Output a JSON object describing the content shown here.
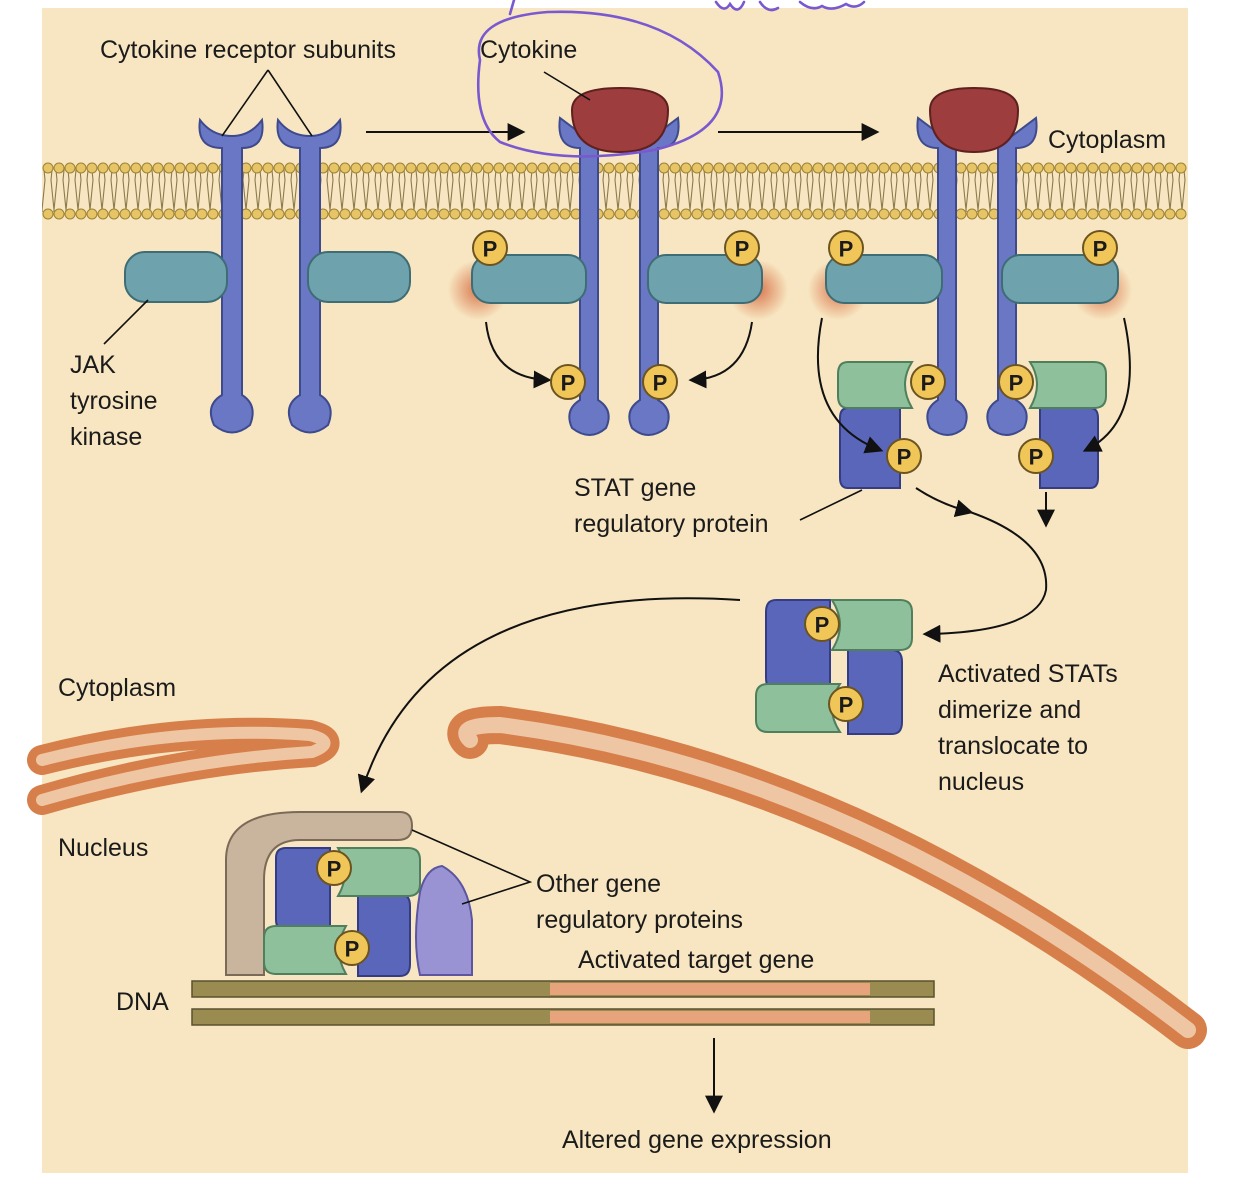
{
  "labels": {
    "receptor_subunits": "Cytokine receptor subunits",
    "cytokine": "Cytokine",
    "cytoplasm_top": "Cytoplasm",
    "jak": [
      "JAK",
      "tyrosine",
      "kinase"
    ],
    "stat": [
      "STAT gene",
      "regulatory protein"
    ],
    "activated_stats": [
      "Activated STATs",
      "dimerize and",
      "translocate to",
      "nucleus"
    ],
    "cytoplasm_mid": "Cytoplasm",
    "nucleus": "Nucleus",
    "other_proteins": [
      "Other gene",
      "regulatory proteins"
    ],
    "target_gene": "Activated target gene",
    "dna": "DNA",
    "altered_expression": "Altered gene expression",
    "phosphate": "P"
  },
  "colors": {
    "background": "#f7e6c1",
    "membrane_head": "#e7c566",
    "receptor": "#6a77c4",
    "jak": "#6ea2ac",
    "stat_green": "#8ec09c",
    "stat_blue": "#5a66b9",
    "cytokine": "#9e3d3d",
    "phosphate": "#f1c659",
    "nuclear_envelope": "#d77f4b",
    "dna_band": "#9a8c50",
    "gene_region": "#e7a47c",
    "annotation_ink": "#7a58d0"
  }
}
